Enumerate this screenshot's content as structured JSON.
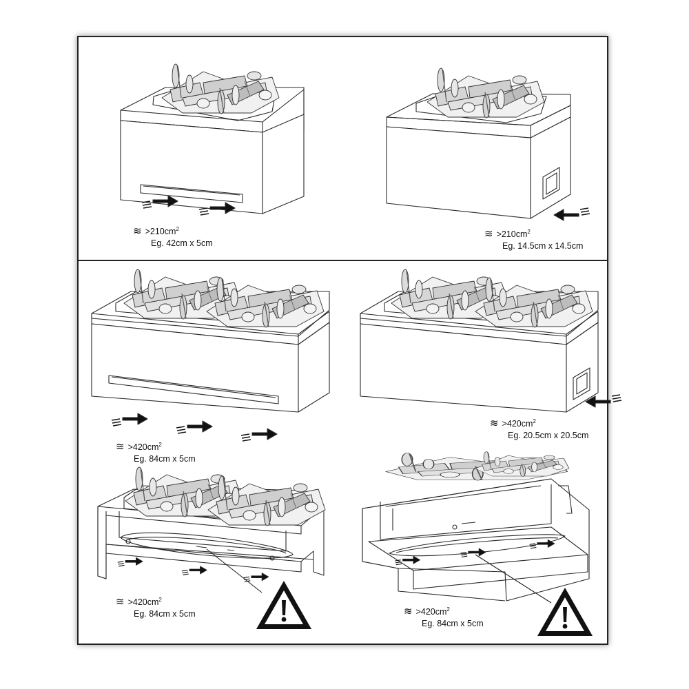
{
  "panels": [
    {
      "id": "p1",
      "area": ">210cm",
      "dims": "Eg. 42cm x 5cm"
    },
    {
      "id": "p2",
      "area": ">210cm",
      "dims": "Eg. 14.5cm x 14.5cm"
    },
    {
      "id": "p3",
      "area": ">420cm",
      "dims": "Eg. 84cm x 5cm"
    },
    {
      "id": "p4",
      "area": ">420cm",
      "dims": "Eg. 20.5cm x 20.5cm"
    },
    {
      "id": "p5",
      "area": ">420cm",
      "dims": "Eg. 84cm x 5cm"
    },
    {
      "id": "p6",
      "area": ">420cm",
      "dims": "Eg. 84cm x 5cm"
    }
  ],
  "unit_superscript": "2",
  "vent_symbol": "≋",
  "warning_symbol": "!",
  "colors": {
    "line": "#2a2a2a",
    "warning": "#111111",
    "background": "#ffffff"
  }
}
